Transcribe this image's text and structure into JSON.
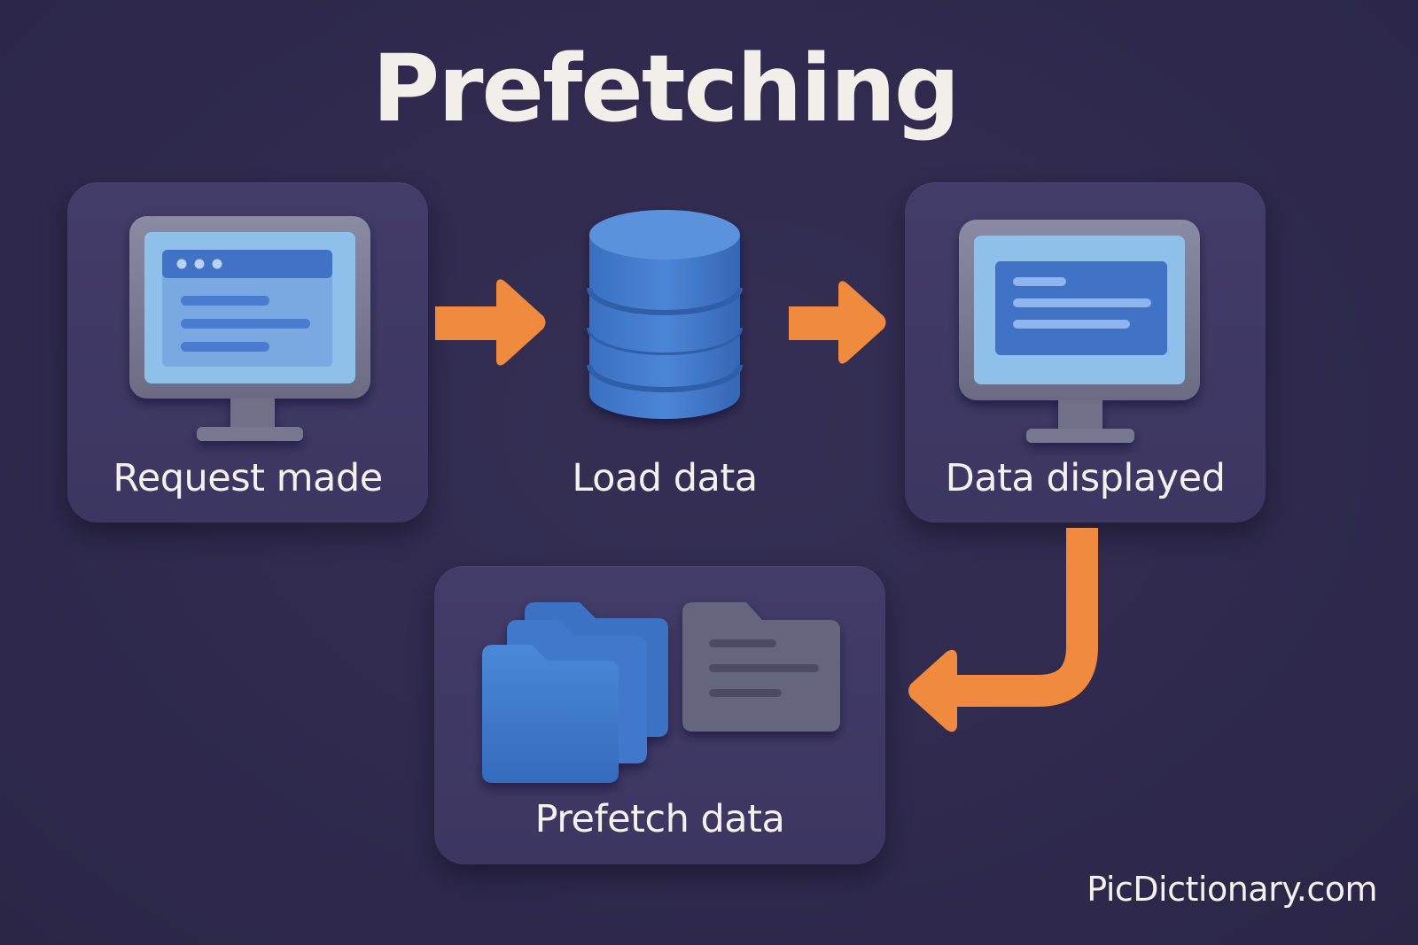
{
  "title": "Prefetching",
  "steps": {
    "request": {
      "label": "Request made",
      "icon": "monitor-browser-icon"
    },
    "load": {
      "label": "Load data",
      "icon": "database-icon"
    },
    "displayed": {
      "label": "Data displayed",
      "icon": "monitor-document-icon"
    },
    "prefetch": {
      "label": "Prefetch data",
      "icon": "folders-icon"
    }
  },
  "watermark": "PicDictionary.com",
  "colors": {
    "background": "#302a4e",
    "card": "#413a66",
    "arrow": "#f08a3e",
    "accent_blue": "#3f7fd1",
    "title_text": "#f1efe9"
  }
}
